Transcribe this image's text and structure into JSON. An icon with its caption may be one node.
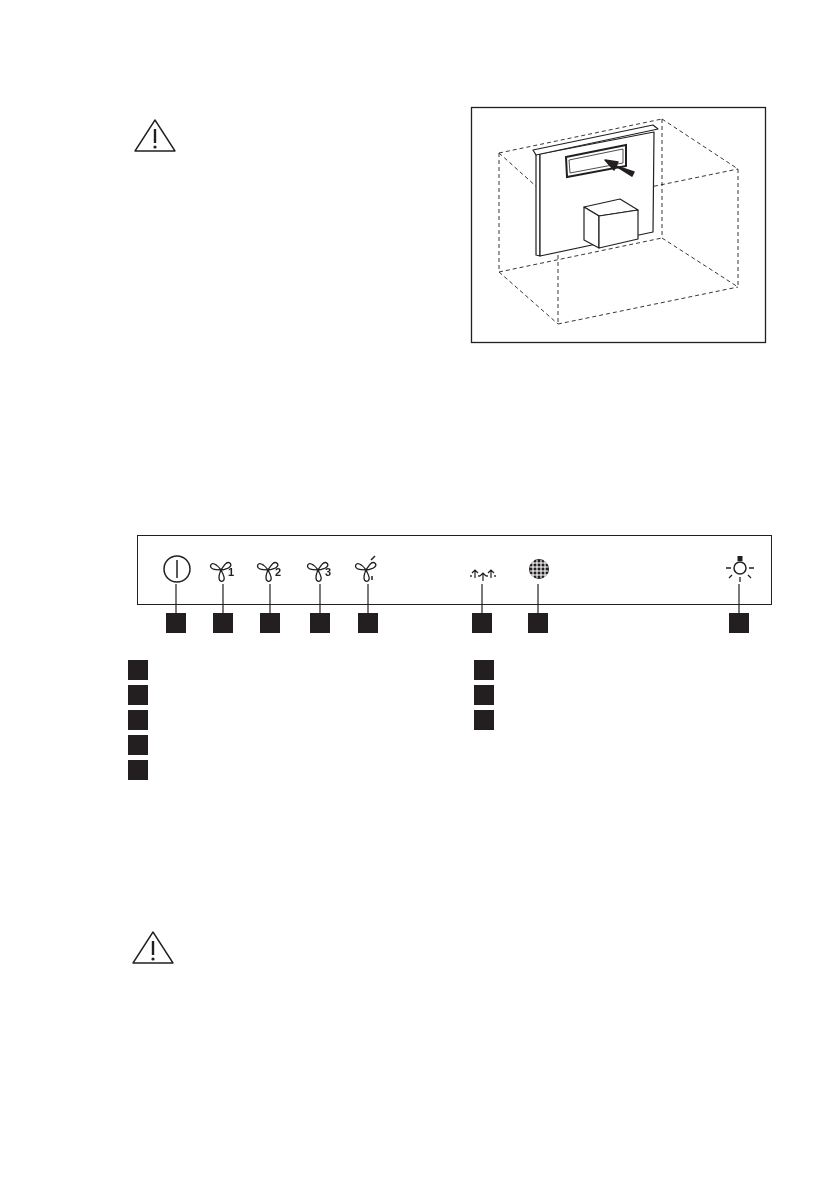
{
  "diagram": {
    "nodes": [
      {
        "text": [],
        "shape": "box"
      },
      {
        "text": [],
        "shape": "picture",
        "in": 0
      },
      {
        "text": [
          "1"
        ],
        "in": 0
      },
      {
        "text": [
          "2"
        ],
        "in": 0
      },
      {
        "text": [
          "3"
        ],
        "in": 0
      },
      {
        "text": [],
        "shape": "picture",
        "in": 0
      },
      {
        "text": [],
        "shape": "picture",
        "in": 0
      },
      {
        "text": [],
        "shape": "picture",
        "in": 0
      },
      {
        "text": [],
        "shape": "picture",
        "in": 0
      },
      {
        "text": [],
        "shape": "box"
      },
      {
        "text": [],
        "shape": "box"
      },
      {
        "text": [],
        "shape": "box"
      },
      {
        "text": [],
        "shape": "box"
      },
      {
        "text": [],
        "shape": "box"
      },
      {
        "text": [],
        "shape": "box"
      },
      {
        "text": [],
        "shape": "box"
      },
      {
        "text": [],
        "shape": "box"
      },
      {
        "text": [],
        "shape": "box"
      },
      {
        "text": [],
        "shape": "box"
      },
      {
        "text": [],
        "shape": "box"
      },
      {
        "text": [],
        "shape": "box"
      },
      {
        "text": [],
        "shape": "box"
      },
      {
        "text": [],
        "shape": "box"
      },
      {
        "text": [],
        "shape": "box"
      },
      {
        "text": [],
        "shape": "box"
      }
    ],
    "edges": [
      {
        "from": 1,
        "to": 9,
        "arrow": "none"
      },
      {
        "from": 2,
        "to": 10,
        "arrow": "none"
      },
      {
        "from": 3,
        "to": 11,
        "arrow": "none"
      },
      {
        "from": 4,
        "to": 12,
        "arrow": "none"
      },
      {
        "from": 5,
        "to": 13,
        "arrow": "none"
      },
      {
        "from": 6,
        "to": 14,
        "arrow": "none"
      },
      {
        "from": 7,
        "to": 15,
        "arrow": "none"
      },
      {
        "from": 8,
        "to": 16,
        "arrow": "none"
      }
    ]
  }
}
